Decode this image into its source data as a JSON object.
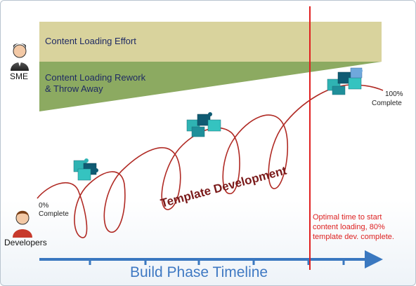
{
  "bands": {
    "effort_label": "Content Loading Effort",
    "rework_label_line1": "Content Loading Rework",
    "rework_label_line2": "& Throw Away"
  },
  "actors": {
    "sme_label": "SME",
    "developers_label": "Developers"
  },
  "progress": {
    "start_pct": "0%",
    "start_word": "Complete",
    "end_pct": "100%",
    "end_word": "Complete"
  },
  "curve_label": "Template Development",
  "optimal_note": {
    "line1": "Optimal time to start",
    "line2": "content loading, 80%",
    "line3": "template dev. complete."
  },
  "timeline": {
    "label": "Build Phase Timeline"
  },
  "colors": {
    "effort_band": "#d9d39d",
    "rework_band": "#8caa61",
    "curve": "#b02a24",
    "optimal_line": "#e02020",
    "timeline_arrow": "#3a78c0",
    "band_text": "#1f2a63",
    "note_text": "#d22222"
  },
  "icons": {
    "sme": "person-icon",
    "developers": "person-icon",
    "puzzles": "puzzle-pieces-icon"
  }
}
